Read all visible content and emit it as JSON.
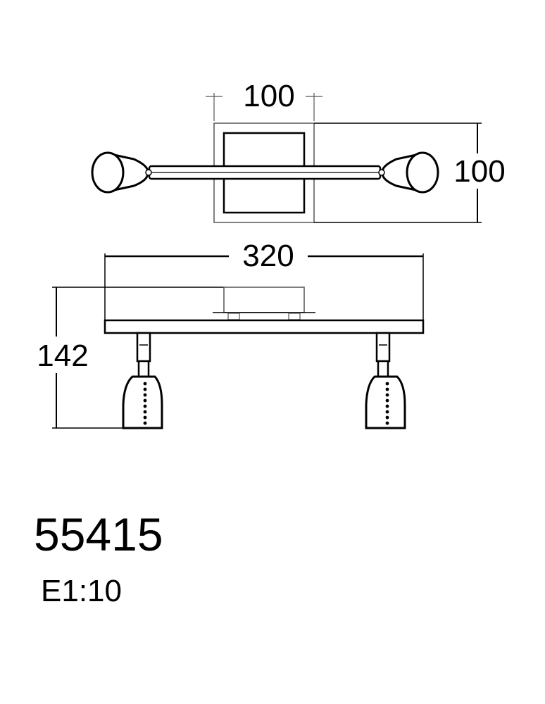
{
  "dimensions": {
    "top_width": "100",
    "top_depth": "100",
    "front_length": "320",
    "front_height": "142"
  },
  "model_number": "55415",
  "scale": "E1:10",
  "colors": {
    "line": "#000000",
    "thin_line": "#555555",
    "background": "#ffffff"
  }
}
